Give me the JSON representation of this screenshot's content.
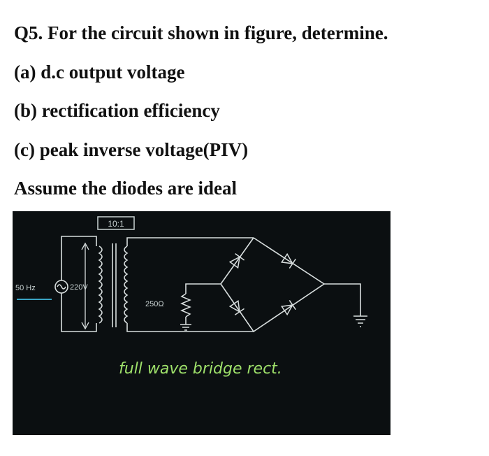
{
  "question": {
    "title": "Q5. For the circuit shown in figure, determine.",
    "parts": [
      "(a) d.c output voltage",
      "(b) rectification efficiency",
      "(c) peak inverse voltage(PIV)"
    ],
    "assumption": "Assume the diodes are ideal"
  },
  "figure": {
    "turns_ratio": "10:1",
    "frequency": "50 Hz",
    "source_voltage": "220V",
    "load_resistance": "250Ω",
    "caption": "full wave bridge rect."
  },
  "colors": {
    "page_background": "#ffffff",
    "figure_background": "#0b0f11",
    "wire": "#d8dede",
    "handwriting": "#9ee06a",
    "underline": "#3aa4c4"
  },
  "icons": [
    "ac-source-icon",
    "diode-icon",
    "resistor-icon",
    "ground-icon",
    "transformer-icon"
  ]
}
